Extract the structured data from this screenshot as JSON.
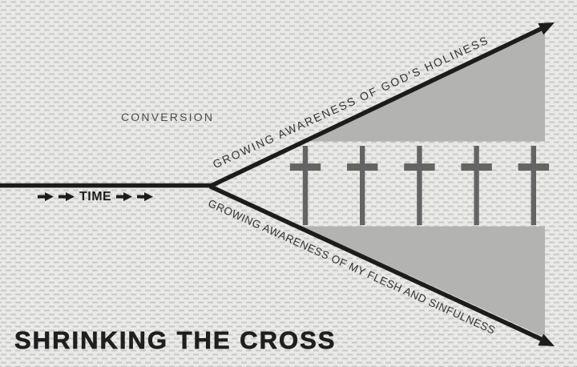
{
  "title": "SHRINKING THE CROSS",
  "labels": {
    "conversion": "CONVERSION",
    "time": "TIME",
    "upper_arrow": "GROWING AWARENESS OF GOD'S HOLINESS",
    "lower_arrow": "GROWING AWARENESS OF MY FLESH AND SINFULNESS"
  },
  "crosses": {
    "count": 5,
    "color": "#646464"
  },
  "colors": {
    "background": "#e9e9e7",
    "pattern_dash": "#c8c8c6",
    "line": "#1c1c1c",
    "wedge": "#b3b3b1",
    "muted_text": "#4a4a4a",
    "title": "#1f1f1f"
  }
}
